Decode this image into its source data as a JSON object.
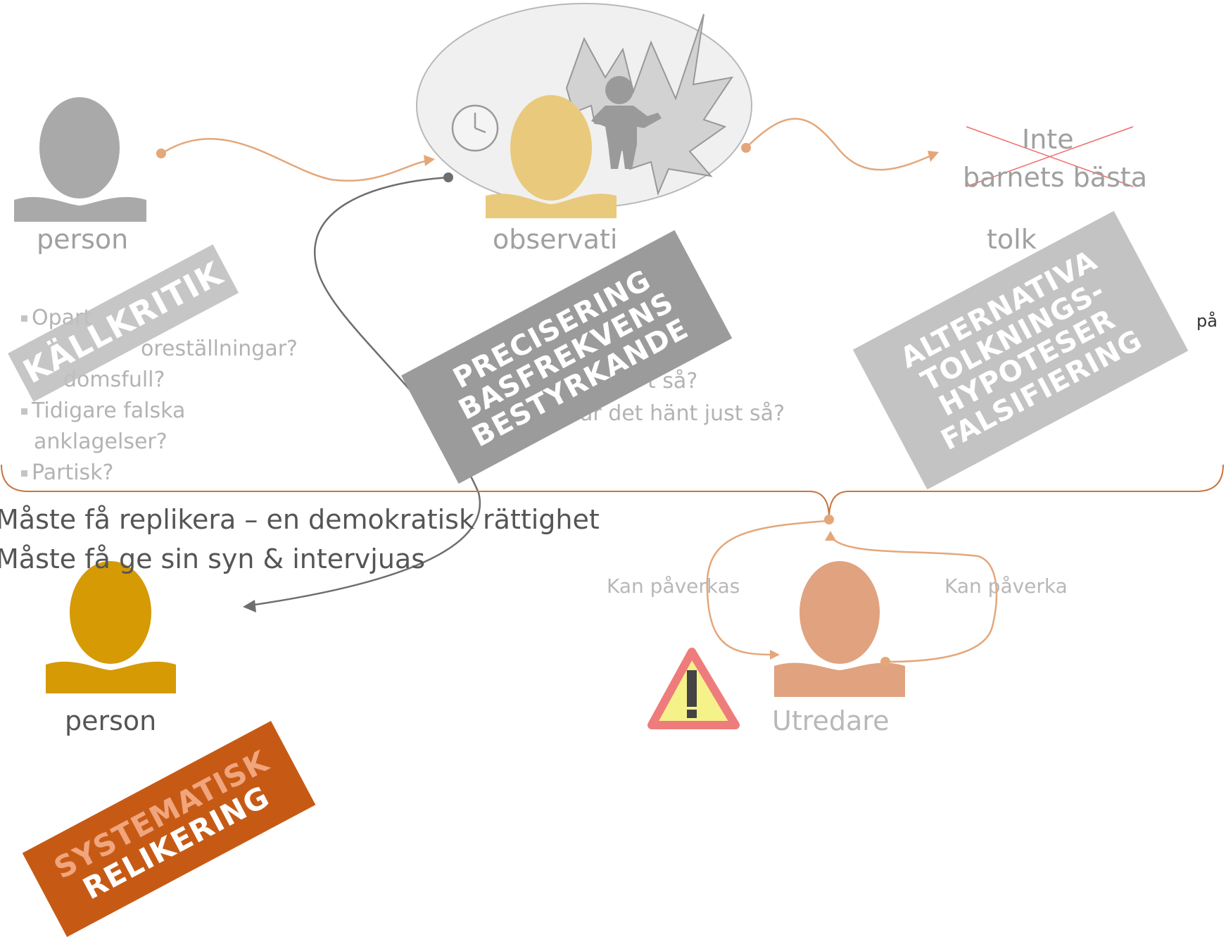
{
  "nodes": {
    "source_person_label": "person",
    "observation_label": "observati",
    "interpretation_label": "tolk",
    "interpretation_text_line1": "Inte",
    "interpretation_text_line2": "barnets bästa",
    "target_person_label": "person",
    "investigator_label": "Utredare"
  },
  "source_bullets": [
    "Opart",
    "oreställningar?",
    "domsfull?",
    "Tidigare falska",
    "anklagelser?",
    "Partisk?"
  ],
  "observation_bullets": [
    "t så?",
    "när det hänt just så?"
  ],
  "right_fragment": "på",
  "statements": [
    "Måste få replikera – en demokratisk rättighet",
    "Måste få ge sin syn & intervjuas"
  ],
  "influence": {
    "left": "Kan påverkas",
    "right": "Kan påverka"
  },
  "stamps": {
    "source_criticism": "KÄLLKRITIK",
    "observation": [
      "PRECISERING",
      "BASFREKVENS",
      "BESTYRKANDE"
    ],
    "interpretation": [
      "ALTERNATIVA",
      "TOLKNINGS-",
      "HYPOTESER",
      "FALSIFIERING"
    ],
    "replication": [
      "SYSTEMATISK",
      "RELIKERING"
    ]
  },
  "colors": {
    "grey_person": "#a9a9a9",
    "observed_person": "#e9c97c",
    "target_person": "#d59a04",
    "investigator": "#e0a27f",
    "arrow_orange": "#e4a77a",
    "bracket": "#c9753c",
    "stamp_grey": "#9b9b9b",
    "stamp_light": "#c0c0c0",
    "stamp_orange": "#c65a15",
    "stamp_orange_text": "#f0a57d",
    "warning_fill": "#f5f28a",
    "warning_border": "#ef7c7c"
  }
}
